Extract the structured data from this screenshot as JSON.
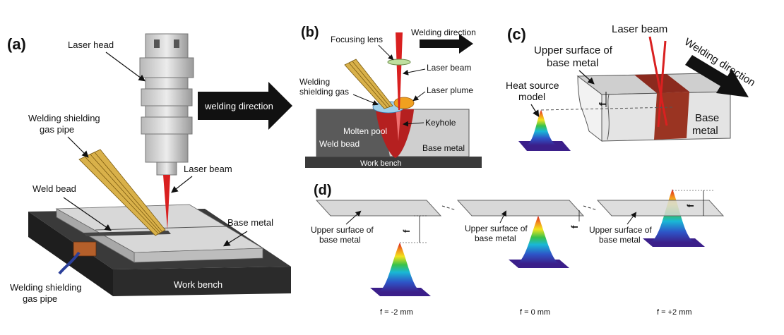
{
  "panels": {
    "a": {
      "letter": "(a)",
      "laser_head": "Laser head",
      "shield_pipe_top_1": "Welding shielding",
      "shield_pipe_top_2": "gas pipe",
      "laser_beam": "Laser beam",
      "weld_bead": "Weld bead",
      "base_metal": "Base metal",
      "shield_pipe_bottom_1": "Welding shielding",
      "shield_pipe_bottom_2": "gas pipe",
      "work_bench": "Work bench",
      "welding_direction": "welding direction"
    },
    "b": {
      "letter": "(b)",
      "focusing_lens": "Focusing lens",
      "welding_direction": "Welding direction",
      "laser_beam": "Laser beam",
      "shield_gas_1": "Welding",
      "shield_gas_2": "shielding gas",
      "laser_plume": "Laser plume",
      "keyhole": "Keyhole",
      "molten_pool": "Molten pool",
      "weld_bead": "Weld bead",
      "base_metal": "Base metal",
      "work_bench": "Work bench"
    },
    "c": {
      "letter": "(c)",
      "laser_beam": "Laser beam",
      "upper_surface_1": "Upper surface of",
      "upper_surface_2": "base metal",
      "welding_direction": "Welding direction",
      "heat_source_1": "Heat source",
      "heat_source_2": "model",
      "f": "f",
      "base_metal_1": "Base",
      "base_metal_2": "metal"
    },
    "d": {
      "letter": "(d)",
      "upper_surface_1": "Upper surface of",
      "upper_surface_2": "base metal",
      "f": "f",
      "cases": [
        "f = -2 mm",
        "f = 0 mm",
        "f = +2 mm"
      ]
    }
  },
  "colors": {
    "laser": "#d92020",
    "bench": "#2b2b2b",
    "metal_top": "#d8d8d8",
    "gas_pipe": "#d9b14a",
    "weld_seam": "#8b2a1e"
  }
}
